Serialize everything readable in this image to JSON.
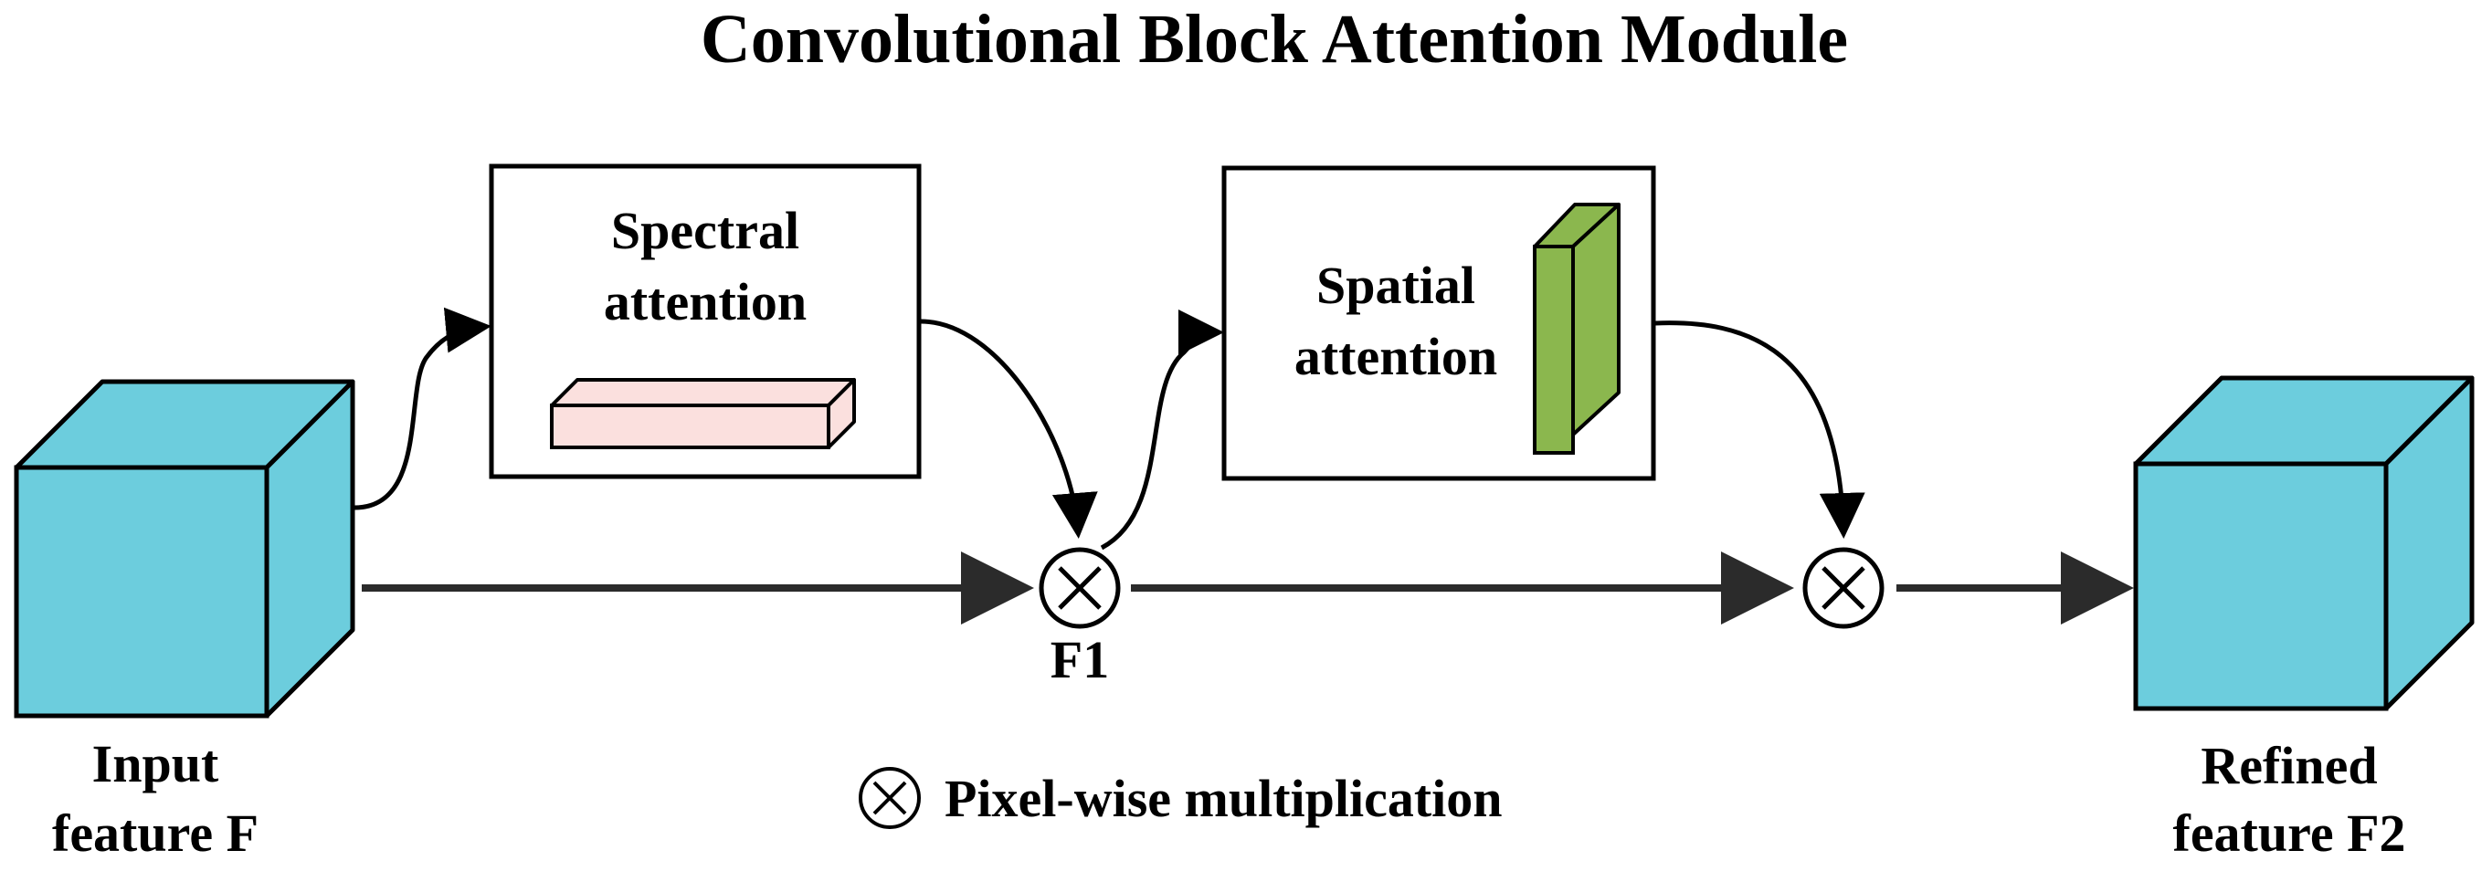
{
  "title": "Convolutional Block Attention Module",
  "input": {
    "line1": "Input",
    "line2": "feature F"
  },
  "spectral_box": {
    "line1": "Spectral",
    "line2": "attention"
  },
  "spatial_box": {
    "line1": "Spatial",
    "line2": "attention"
  },
  "f1_label": "F1",
  "output": {
    "line1": "Refined",
    "line2": "feature F2"
  },
  "legend": {
    "text": "Pixel-wise multiplication"
  },
  "colors": {
    "cube_front": "#6ccddd",
    "cube_side": "#6ccddd",
    "cube_top": "#6ccddd",
    "spectral_bar": "#fbe0de",
    "spatial_bar": "#8bb74e",
    "stroke": "#000000",
    "arrow": "#2b2b2b"
  }
}
